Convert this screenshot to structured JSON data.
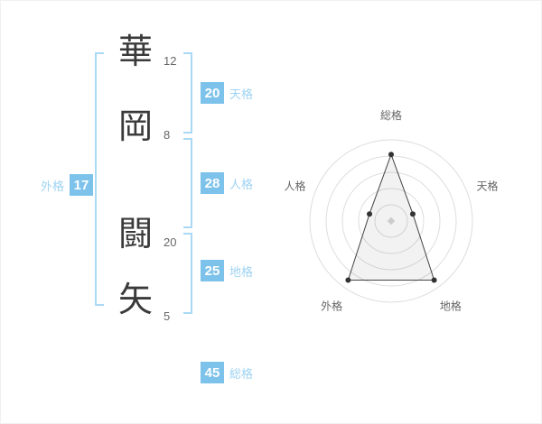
{
  "name_block": {
    "characters": [
      {
        "char": "華",
        "strokes": "12"
      },
      {
        "char": "岡",
        "strokes": "8"
      },
      {
        "char": "闘",
        "strokes": "20"
      },
      {
        "char": "矢",
        "strokes": "5"
      }
    ],
    "kaku": {
      "tenkaku": {
        "value": "20",
        "label": "天格"
      },
      "jinkaku": {
        "value": "28",
        "label": "人格"
      },
      "chikaku": {
        "value": "25",
        "label": "地格"
      },
      "gaikaku": {
        "value": "17",
        "label": "外格"
      },
      "soukaku": {
        "value": "45",
        "label": "総格"
      }
    }
  },
  "chart_data": {
    "type": "radar",
    "axes": [
      "総格",
      "天格",
      "地格",
      "外格",
      "人格"
    ],
    "values": [
      0.82,
      0.28,
      0.9,
      0.9,
      0.28
    ],
    "value_range": [
      0,
      1
    ],
    "rings": 5,
    "grid": "concentric-circles",
    "legend": "none",
    "title": ""
  },
  "colors": {
    "accent": "#7cc2ea",
    "accent_text": "#9ed3f2",
    "bracket": "#a9d9f4",
    "char_color": "#3a3a3a",
    "stroke_num": "#666666",
    "ring": "#dddddd",
    "radar_label": "#666666",
    "polygon_fill": "rgba(0,0,0,0.05)",
    "polygon_stroke": "#444444",
    "dot": "#333333",
    "center_marker": "#cccccc"
  }
}
